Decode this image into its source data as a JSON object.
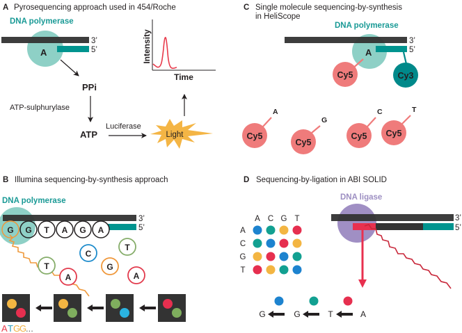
{
  "colors": {
    "strand_dark": "#333333",
    "strand_teal": "#00948f",
    "polymerase": "#8ed0c6",
    "enzyme_text_teal": "#1a9a96",
    "ligase_purple": "#a08fc4",
    "ligase_text": "#9d8fc2",
    "cy5": "#ef7b7b",
    "cy3": "#00898a",
    "peak_red": "#e8394a",
    "light_yellow": "#f4b545",
    "probe_red": "#e8304f",
    "wave_orange": "#ef9a3d",
    "wave_red": "#c8273a",
    "dot_blue": "#1d83cf",
    "dot_teal": "#12a091",
    "dot_yellow": "#f3b542",
    "dot_red": "#e62f4f",
    "dot_green": "#7fae5e",
    "dot_cyan": "#2ab3e0",
    "nuc_green": "#86ad6a",
    "nuc_blue": "#1e8ccc",
    "nuc_orange": "#ef973a",
    "nuc_red": "#e23a4c"
  },
  "panelA": {
    "letter": "A",
    "title": "Pyrosequencing approach used in 454/Roche",
    "enzyme": "DNA polymerase",
    "nucleotide": "A",
    "label_3": "3’",
    "label_5": "5’",
    "ppi": "PPi",
    "sulph": "ATP-sulphurylase",
    "atp": "ATP",
    "luciferase": "Luciferase",
    "light": "Light",
    "chart_y": "Intensity",
    "chart_x": "Time"
  },
  "panelB": {
    "letter": "B",
    "title": "Illumina sequencing-by-synthesis approach",
    "enzyme": "DNA polymerase",
    "label_3": "3’",
    "label_5": "5’",
    "incorporated": [
      "G",
      "G",
      "T",
      "A",
      "G",
      "A"
    ],
    "free_nucleotides": [
      {
        "base": "C",
        "color": "blue"
      },
      {
        "base": "T",
        "color": "green"
      },
      {
        "base": "T",
        "color": "green"
      },
      {
        "base": "G",
        "color": "orange"
      },
      {
        "base": "A",
        "color": "red"
      },
      {
        "base": "A",
        "color": "red"
      }
    ],
    "images": [
      {
        "dots": [
          "yellow",
          "red"
        ]
      },
      {
        "dots": [
          "yellow",
          "green"
        ]
      },
      {
        "dots": [
          "green",
          "cyan"
        ]
      },
      {
        "dots": [
          "red",
          "green"
        ]
      }
    ],
    "readout": [
      {
        "ch": "A",
        "color": "#e8394a"
      },
      {
        "ch": "T",
        "color": "#2a9bb8"
      },
      {
        "ch": "G",
        "color": "#f0b040"
      },
      {
        "ch": "G",
        "color": "#f0b040"
      },
      {
        "ch": "...",
        "color": "#666666"
      }
    ]
  },
  "panelC": {
    "letter": "C",
    "title_line1": "Single molecule sequencing-by-synthesis",
    "title_line2": "in HeliScope",
    "enzyme": "DNA polymerase",
    "nucleotide": "A",
    "label_3": "3’",
    "label_5": "5’",
    "bound_dye": "Cy5",
    "primer_dye": "Cy3",
    "free": [
      {
        "dye": "Cy5",
        "base": "A"
      },
      {
        "dye": "Cy5",
        "base": "G"
      },
      {
        "dye": "Cy5",
        "base": "C"
      },
      {
        "dye": "Cy5",
        "base": "T"
      }
    ]
  },
  "panelD": {
    "letter": "D",
    "title": "Sequencing-by-ligation in ABI SOLID",
    "enzyme": "DNA ligase",
    "label_3": "3’",
    "label_5": "5’",
    "matrix": {
      "cols": [
        "A",
        "C",
        "G",
        "T"
      ],
      "rows": [
        {
          "label": "A",
          "dots": [
            "blue",
            "teal",
            "yellow",
            "red"
          ]
        },
        {
          "label": "C",
          "dots": [
            "teal",
            "blue",
            "red",
            "yellow"
          ]
        },
        {
          "label": "G",
          "dots": [
            "yellow",
            "red",
            "blue",
            "teal"
          ]
        },
        {
          "label": "T",
          "dots": [
            "red",
            "yellow",
            "teal",
            "blue"
          ]
        }
      ]
    },
    "decode": {
      "bases": [
        "G",
        "G",
        "T",
        "A"
      ],
      "dots": [
        "blue",
        "teal",
        "red"
      ]
    }
  }
}
